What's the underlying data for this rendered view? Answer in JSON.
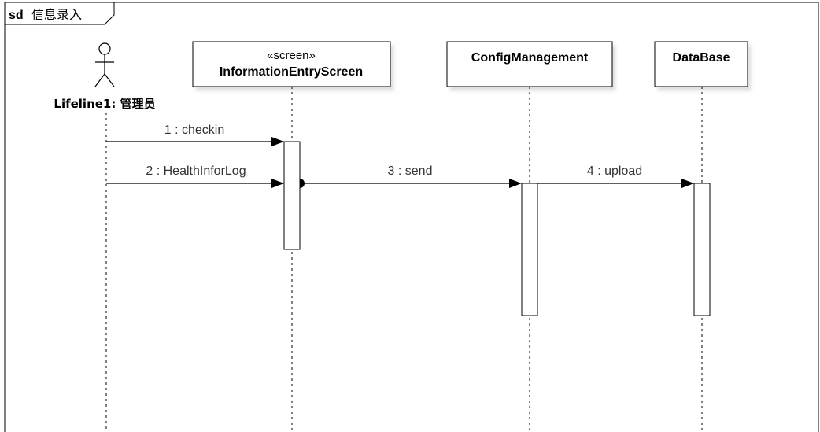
{
  "frame": {
    "keyword": "sd",
    "name": "信息录入"
  },
  "actor": {
    "label": "Lifeline1: 管理员"
  },
  "participants": [
    {
      "stereotype": "«screen»",
      "name": "InformationEntryScreen"
    },
    {
      "stereotype": "",
      "name": "ConfigManagement"
    },
    {
      "stereotype": "",
      "name": "DataBase"
    }
  ],
  "messages": [
    {
      "label": "1 : checkin",
      "from": "actor",
      "to": "InformationEntryScreen"
    },
    {
      "label": "2 : HealthInforLog",
      "from": "actor",
      "to": "InformationEntryScreen"
    },
    {
      "label": "3 : send",
      "from": "InformationEntryScreen",
      "to": "ConfigManagement"
    },
    {
      "label": "4 : upload",
      "from": "ConfigManagement",
      "to": "DataBase"
    }
  ]
}
